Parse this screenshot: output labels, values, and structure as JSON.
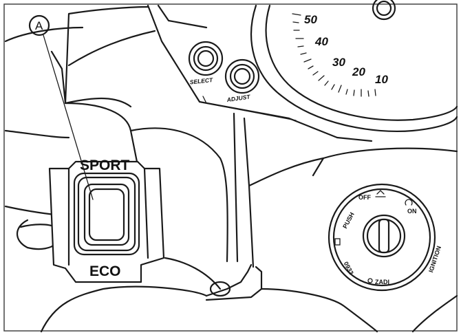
{
  "labels": {
    "callout": "A",
    "sport": "SPORT",
    "eco": "ECO",
    "select": "SELECT",
    "adjust": "ADJUST"
  },
  "speedometer": {
    "ticks": [
      "50",
      "40",
      "30",
      "20",
      "10"
    ]
  },
  "ignition": {
    "off": "OFF",
    "on": "ON",
    "push": "PUSH",
    "code": "0933",
    "zadi": "ZADI",
    "ignition": "IGNITION"
  }
}
